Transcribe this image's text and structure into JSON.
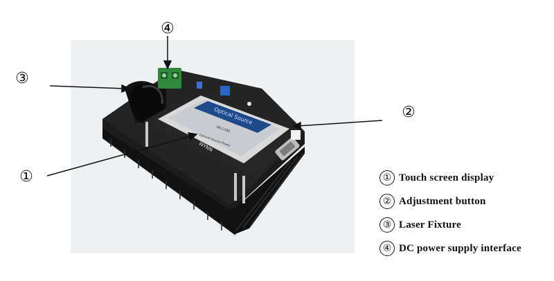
{
  "callouts": [
    {
      "num": "④",
      "target": "DC power supply interface"
    },
    {
      "num": "③",
      "target": "Laser Fixture"
    },
    {
      "num": "②",
      "target": "Adjustment button"
    },
    {
      "num": "①",
      "target": "Touch screen display"
    }
  ],
  "device": {
    "screen_title": "Optical Source",
    "screen_line1": "WL1380",
    "screen_line2": "Optical Source Power",
    "brand_strip": "WYNN",
    "colors": {
      "board": "#1c1c1c",
      "heatsink": "#101010",
      "screen_frame": "#d9d9d9",
      "screen_bg": "#c9ccd0",
      "banner": "#1e4a8a",
      "terminal": "#2f8a3c",
      "pot": "#2a63c9"
    }
  },
  "legend": [
    {
      "num": "①",
      "label": "Touch screen display"
    },
    {
      "num": "②",
      "label": "Adjustment button"
    },
    {
      "num": "③",
      "label": "Laser Fixture"
    },
    {
      "num": "④",
      "label": "DC power supply interface"
    }
  ]
}
